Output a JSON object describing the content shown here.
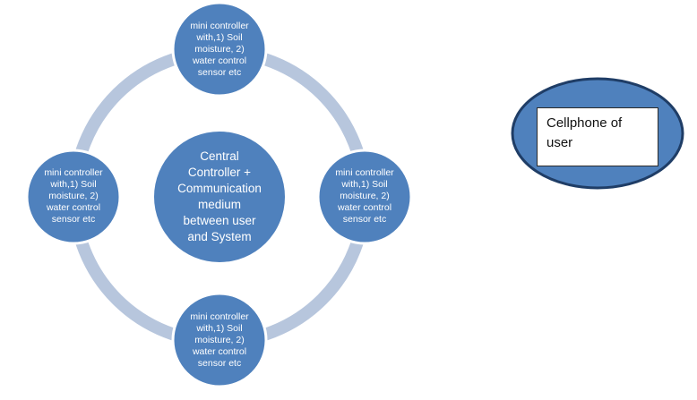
{
  "colors": {
    "ring": "#b7c6dd",
    "node_fill": "#4f81bd",
    "node_stroke": "#ffffff",
    "phone_oval_fill": "#4f81bd",
    "phone_oval_stroke": "#1f3d66"
  },
  "diagram": {
    "central": {
      "text": "Central\nController +\nCommunication\nmedium\nbetween user\nand System"
    },
    "nodes": {
      "top": {
        "text": "mini controller\nwith,1) Soil\nmoisture, 2)\nwater control\nsensor etc"
      },
      "left": {
        "text": "mini controller\nwith,1) Soil\nmoisture, 2)\nwater control\nsensor etc"
      },
      "right": {
        "text": "mini controller\nwith,1) Soil\nmoisture, 2)\nwater control\nsensor etc"
      },
      "bottom": {
        "text": "mini controller\nwith,1) Soil\nmoisture, 2)\nwater control\nsensor etc"
      }
    },
    "cellphone": {
      "text": "Cellphone of\nuser"
    }
  }
}
